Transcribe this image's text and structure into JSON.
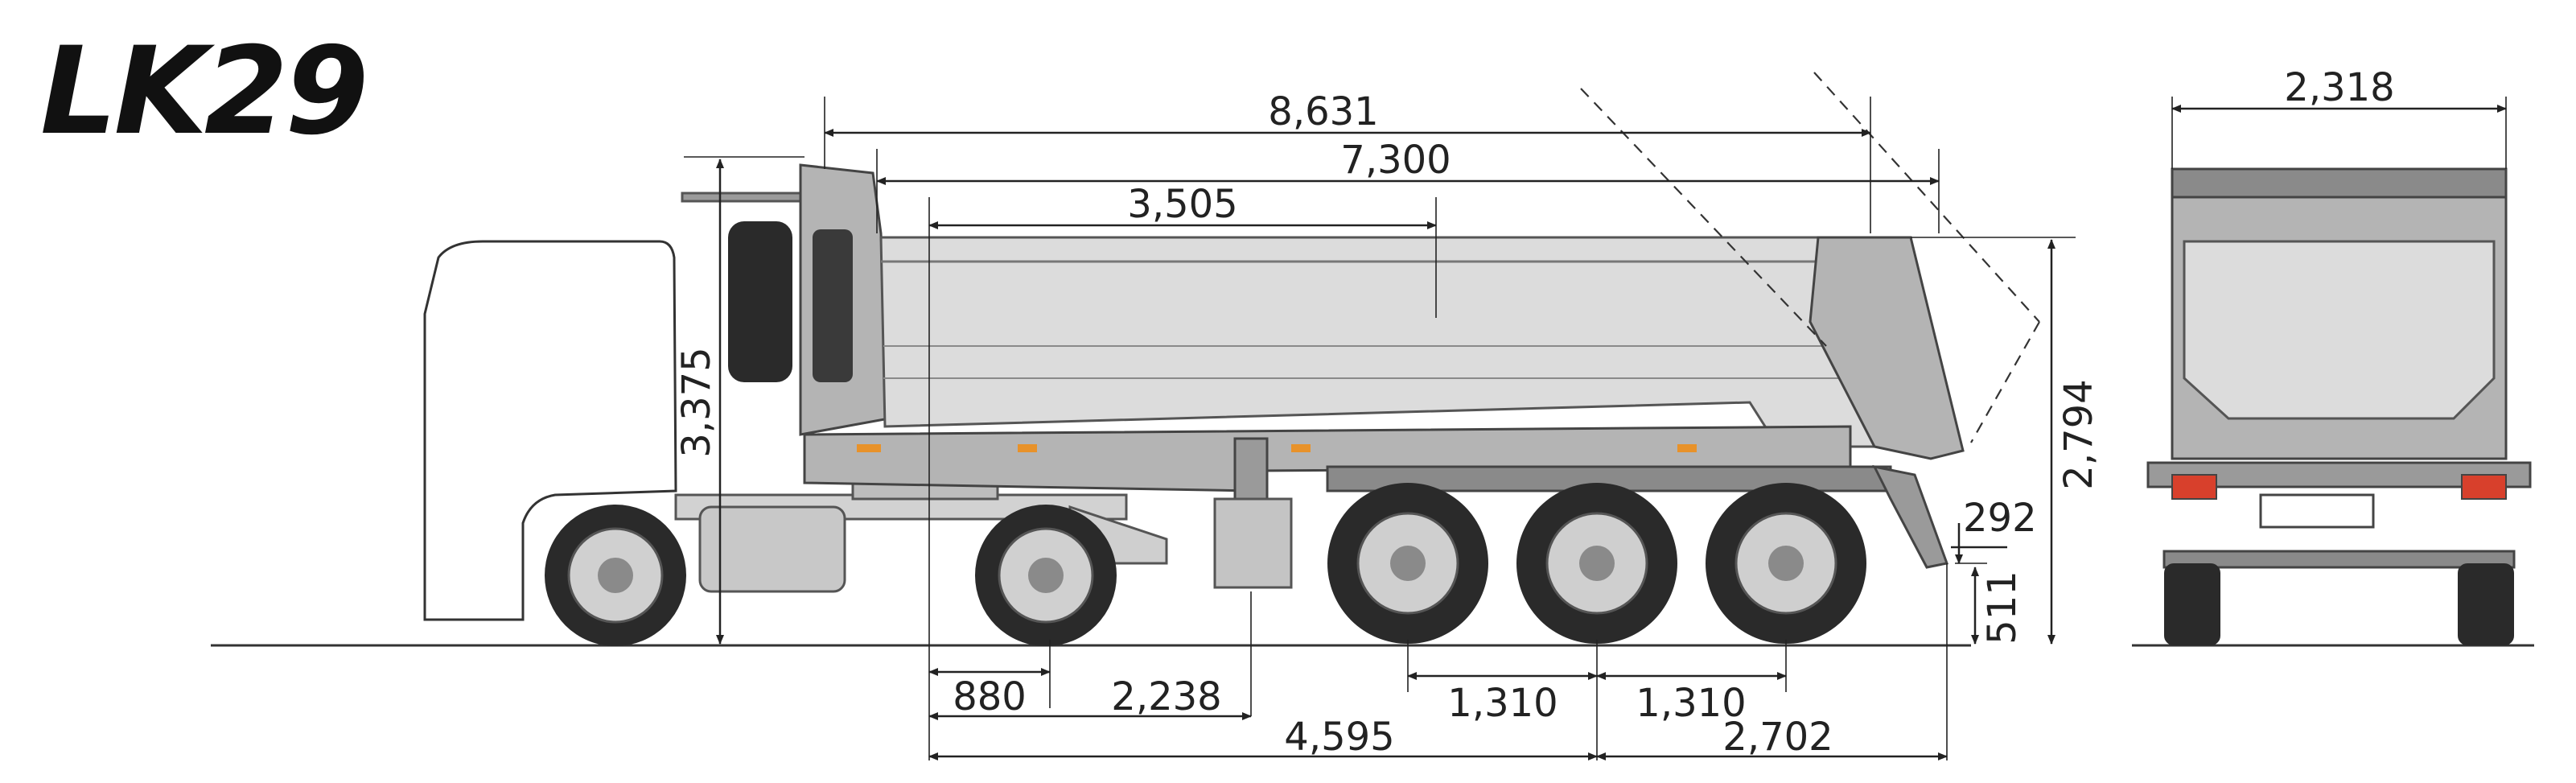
{
  "model": "LK29",
  "dimensions": {
    "overall_length": "8,631",
    "body_length": "7,300",
    "body_section": "3,505",
    "overall_height": "3,375",
    "body_height": "2,794",
    "rear_clearance": "292",
    "underrun_height": "511",
    "kingpin_front": "880",
    "kingpin_to_support": "2,238",
    "kingpin_to_axle": "4,595",
    "axle_spacing_1": "1,310",
    "axle_spacing_2": "1,310",
    "rear_overhang": "2,702",
    "overall_width": "2,318"
  },
  "colors": {
    "body_light": "#dcdcdc",
    "body_mid": "#b4b4b4",
    "frame_dark": "#6e6e6e",
    "tire": "#2a2a2a",
    "lamp_amber": "#e8922a",
    "lamp_red": "#d8402c"
  }
}
